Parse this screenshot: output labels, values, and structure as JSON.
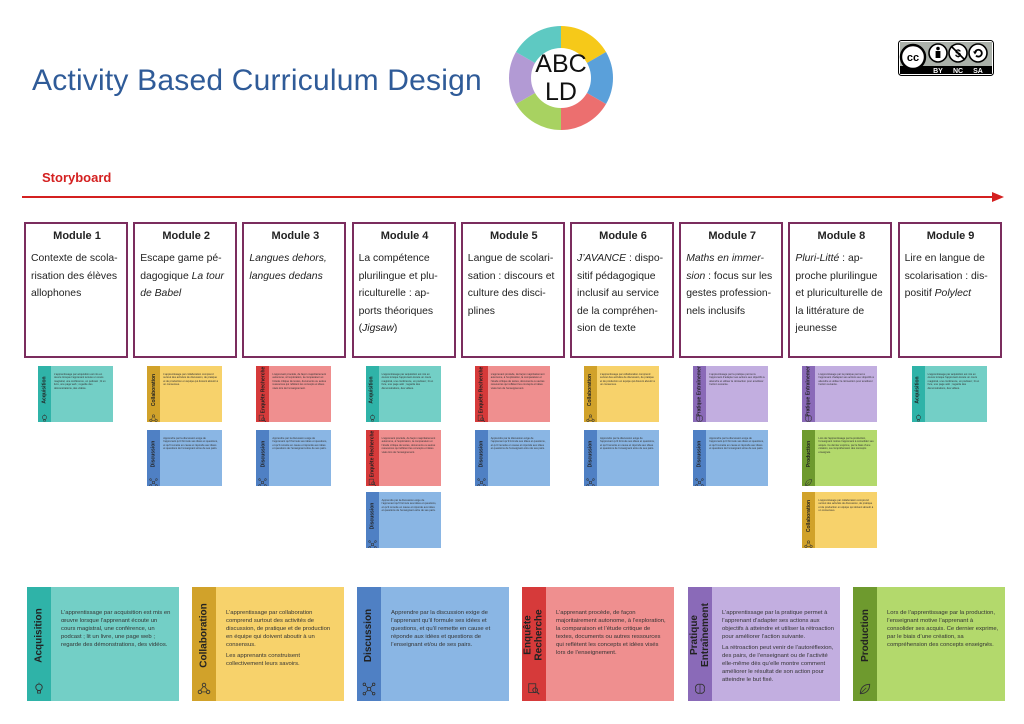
{
  "header": {
    "title": "Activity Based Curriculum Design",
    "logo": {
      "line1": "ABC",
      "line2": "LD",
      "colors": [
        "#f6c919",
        "#5aa0da",
        "#ec6f6f",
        "#a8d261",
        "#b29ad4",
        "#5ec9c2"
      ]
    },
    "license": {
      "cc": "cc",
      "by": "BY",
      "nc": "NC",
      "sa": "SA"
    }
  },
  "storyboard": {
    "label": "Storyboard",
    "arrow_color": "#d42020"
  },
  "modules": [
    {
      "title": "Module 1",
      "parts": [
        {
          "t": "Contexte de scola-risation des élèves allophones",
          "i": false
        }
      ]
    },
    {
      "title": "Module 2",
      "parts": [
        {
          "t": "Escape game pé-dagogique ",
          "i": false
        },
        {
          "t": "La tour de Babel",
          "i": true
        }
      ]
    },
    {
      "title": "Module 3",
      "parts": [
        {
          "t": "Langues dehors, langues dedans",
          "i": true
        }
      ]
    },
    {
      "title": "Module 4",
      "parts": [
        {
          "t": "La compétence plurilingue et plu-riculturelle : ap-ports théoriques (",
          "i": false
        },
        {
          "t": "Jigsaw",
          "i": true
        },
        {
          "t": ")",
          "i": false
        }
      ]
    },
    {
      "title": "Module  5",
      "parts": [
        {
          "t": "Langue de scolari-sation : discours et culture des disci-plines",
          "i": false
        }
      ]
    },
    {
      "title": "Module  6",
      "parts": [
        {
          "t": "J’AVANCE",
          "i": true
        },
        {
          "t": " : dispo-sitif pédagogique inclusif au service de la compréhen-sion de texte",
          "i": false
        }
      ]
    },
    {
      "title": "Module 7",
      "parts": [
        {
          "t": "Maths en immer-sion",
          "i": true
        },
        {
          "t": " : focus sur les gestes profession-nels inclusifs",
          "i": false
        }
      ]
    },
    {
      "title": "Module 8",
      "parts": [
        {
          "t": "Pluri-Litté",
          "i": true
        },
        {
          "t": " :  ap-proche plurilingue et pluriculturelle de la littérature de jeunesse",
          "i": false
        }
      ]
    },
    {
      "title": "Module  9",
      "parts": [
        {
          "t": "Lire en langue de scolarisation : dis-positif ",
          "i": false
        },
        {
          "t": "Polylect",
          "i": true
        }
      ]
    }
  ],
  "types": {
    "acq": {
      "label": "Acquisition",
      "lines": [
        "Acquisition"
      ],
      "band": "#2fb3a8",
      "bg": "#73cfc6",
      "icon": "lightbulb-icon",
      "text": [
        "L’apprentissage par acquisition est mis en œuvre lorsque l’apprenant écoute un cours magistral, une conférence, un podcast ; lit un livre, une page web ; regarde des démonstrations, des vidéos."
      ]
    },
    "col": {
      "label": "Collaboration",
      "lines": [
        "Collaboration"
      ],
      "band": "#d1a22a",
      "bg": "#f7d26b",
      "icon": "network-icon",
      "text": [
        "L’apprentissage par collaboration comprend surtout des activités de discussion, de pratique et de production en équipe qui doivent aboutir à un consensus.",
        "Les apprenants construisent collectivement leurs savoirs."
      ]
    },
    "dis": {
      "label": "Discussion",
      "lines": [
        "Discussion"
      ],
      "band": "#4f80c4",
      "bg": "#8ab6e4",
      "icon": "hub-icon",
      "text": [
        "Apprendre par la discussion exige de l’apprenant qu’il formule ses idées et questions, et qu’il remette en cause et réponde aux idées et questions de l’enseignant et/ou de ses pairs."
      ]
    },
    "enq": {
      "label": "Enquête Recherche",
      "lines": [
        "Enquête",
        "Recherche"
      ],
      "band": "#d63a3a",
      "bg": "#ef8f8f",
      "icon": "search-icon",
      "text": [
        "L’apprenant procède, de façon majoritairement autonome, à l’exploration, la comparaison et l’étude critique de textes, documents ou autres ressources qui reflètent les concepts et idées visés lors de l’enseignement."
      ]
    },
    "pra": {
      "label": "Pratique Entraînement",
      "lines": [
        "Pratique",
        "Entraînement"
      ],
      "band": "#8a6ab8",
      "bg": "#c2aee0",
      "icon": "brain-icon",
      "text": [
        "L’apprentissage par la pratique permet à l’apprenant d’adapter ses actions aux objectifs à atteindre et utiliser la rétroaction pour améliorer l’action suivante.",
        "La rétroaction peut venir de l’autoréflexion, des pairs, de l’enseignant ou de l’activité elle-même dès qu’elle montre comment améliorer le résultat de son action pour atteindre le but fixé."
      ]
    },
    "pro": {
      "label": "Production",
      "lines": [
        "Production"
      ],
      "band": "#6e9a2e",
      "bg": "#b3d96c",
      "icon": "leaf-icon",
      "text": [
        "Lors de l’apprentissage par la production, l’enseignant motive l’apprenant à consolider ses acquis. Ce dernier exprime, par le biais d’une création, sa compréhension des concepts enseignés."
      ]
    }
  },
  "cards": [
    [
      "acq"
    ],
    [
      "col",
      "dis"
    ],
    [
      "enq",
      "dis"
    ],
    [
      "acq",
      "enq",
      "dis"
    ],
    [
      "enq",
      "dis"
    ],
    [
      "col",
      "dis"
    ],
    [
      "pra",
      "dis"
    ],
    [
      "pra",
      "pro",
      "col"
    ],
    [
      "acq"
    ]
  ],
  "legend": [
    "acq",
    "col",
    "dis",
    "enq",
    "pra",
    "pro"
  ]
}
